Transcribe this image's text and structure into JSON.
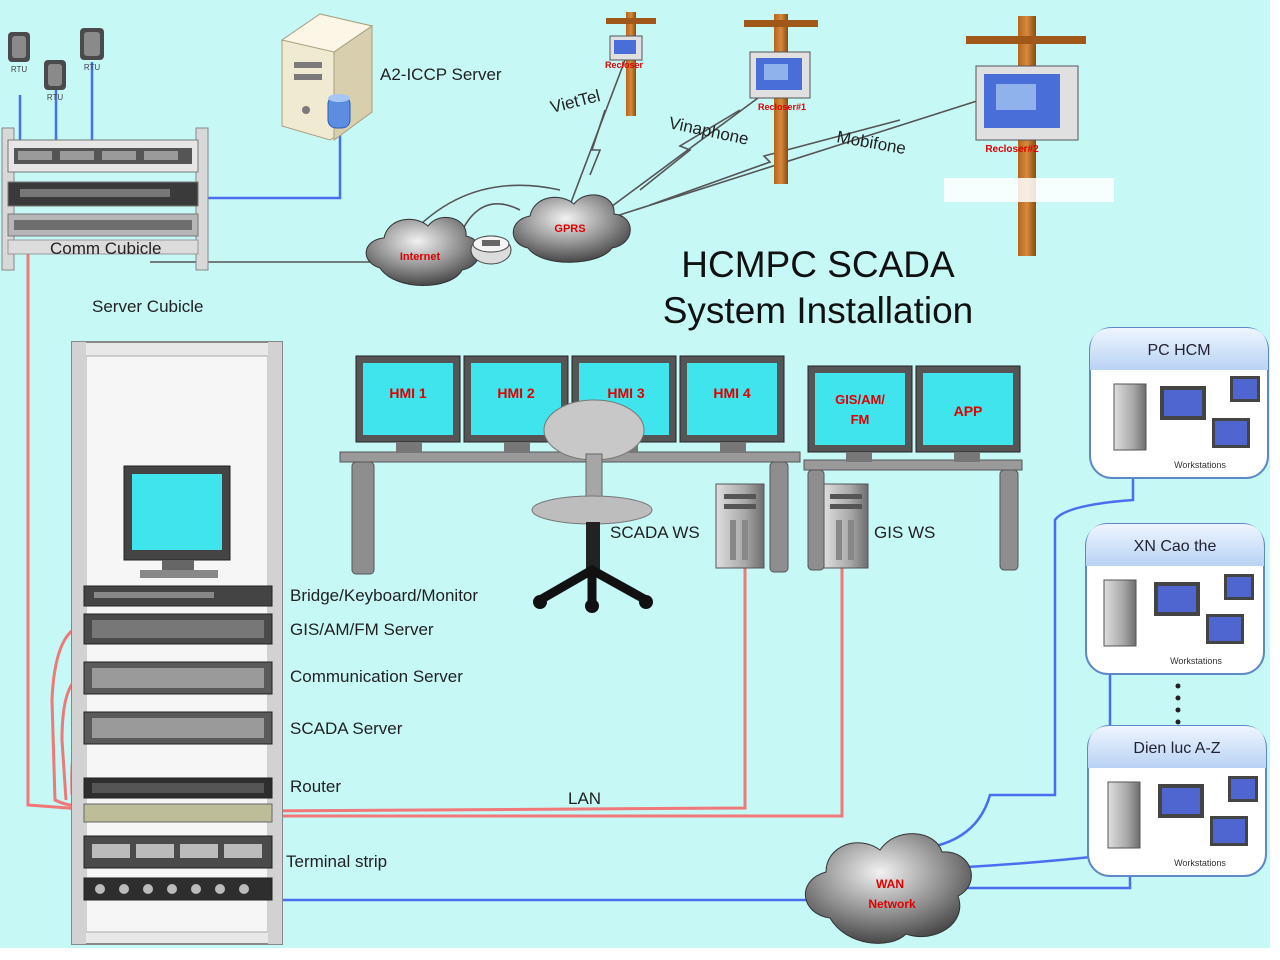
{
  "title_line1": "HCMPC SCADA",
  "title_line2": "System Installation",
  "labels": {
    "a2_iccp_server": "A2-ICCP Server",
    "comm_cubicle": "Comm Cubicle",
    "server_cubicle": "Server Cubicle",
    "bridge_kvm": "Bridge/Keyboard/Monitor",
    "gis_server": "GIS/AM/FM Server",
    "comm_server": "Communication Server",
    "scada_server": "SCADA Server",
    "router": "Router",
    "terminal_strip": "Terminal strip",
    "lan": "LAN",
    "scada_ws": "SCADA WS",
    "gis_ws": "GIS WS"
  },
  "carriers": [
    "VietTel",
    "Vinaphone",
    "Mobifone"
  ],
  "clouds": {
    "internet": "Internet",
    "gprs": "GPRS",
    "wan": [
      "WAN",
      "Network"
    ]
  },
  "hmi_monitors": [
    "HMI 1",
    "HMI 2",
    "HMI 3",
    "HMI 4"
  ],
  "gis_monitors": [
    [
      "GIS/AM/",
      "FM"
    ],
    [
      "APP"
    ]
  ],
  "recloser_labels": [
    "Recloser",
    "Recloser#1",
    "Recloser#2"
  ],
  "rtu_labels": [
    "RTU",
    "RTU",
    "RTU"
  ],
  "sites": [
    {
      "name": "PC HCM",
      "sub": "Workstations"
    },
    {
      "name": "XN Cao the",
      "sub": "Workstations"
    },
    {
      "name": "Dien luc A-Z",
      "sub": "Workstations"
    }
  ],
  "colors": {
    "background": "#c6f8f6",
    "lan_cable": "#f07878",
    "wan_cable": "#4a6ef0",
    "hmi_text": "#e00000"
  }
}
